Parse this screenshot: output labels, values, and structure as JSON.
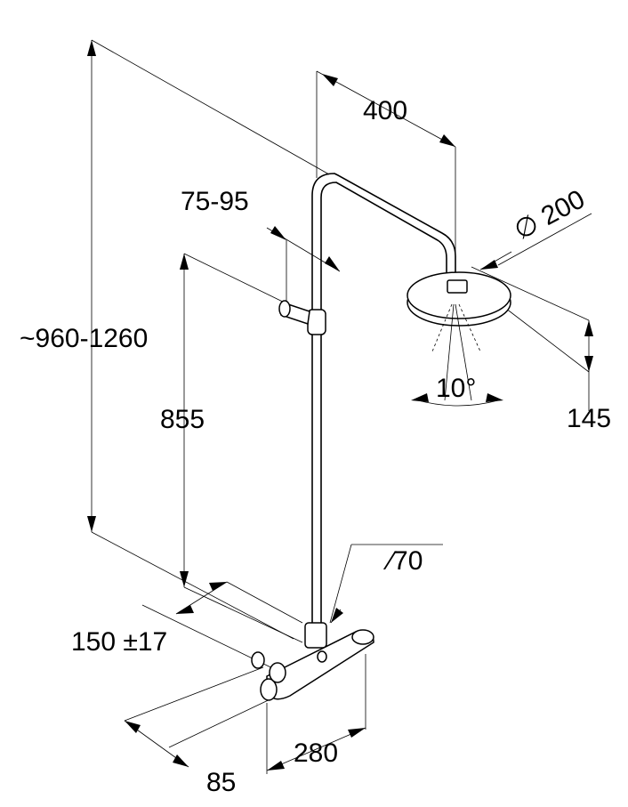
{
  "dimensions": {
    "total_height": "~960-1260",
    "arm_length": "400",
    "head_diameter": "∅ 200",
    "spray_angle": "10°",
    "head_drop": "145",
    "holder_height": "855",
    "holder_offset": "75-95",
    "riser_diameter": "∕70",
    "inlet_spacing": "150 ±17",
    "body_width": "280",
    "wall_distance": "85"
  },
  "colors": {
    "line": "#000000",
    "background": "#ffffff"
  }
}
